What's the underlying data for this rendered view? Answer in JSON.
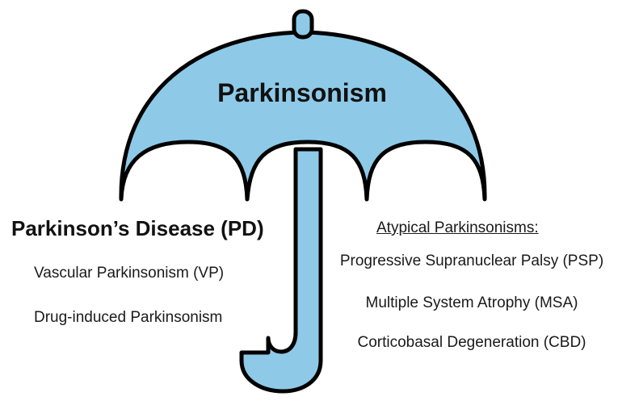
{
  "title": "Parkinsonism",
  "left": {
    "heading": "Parkinson’s Disease (PD)",
    "items": [
      "Vascular Parkinsonism (VP)",
      "Drug-induced Parkinsonism"
    ]
  },
  "right": {
    "heading": "Atypical Parkinsonisms:",
    "items": [
      "Progressive Supranuclear Palsy (PSP)",
      "Multiple System Atrophy (MSA)",
      "Corticobasal Degeneration (CBD)"
    ]
  },
  "colors": {
    "umbrella_fill": "#8ecae8",
    "outline": "#000000"
  }
}
